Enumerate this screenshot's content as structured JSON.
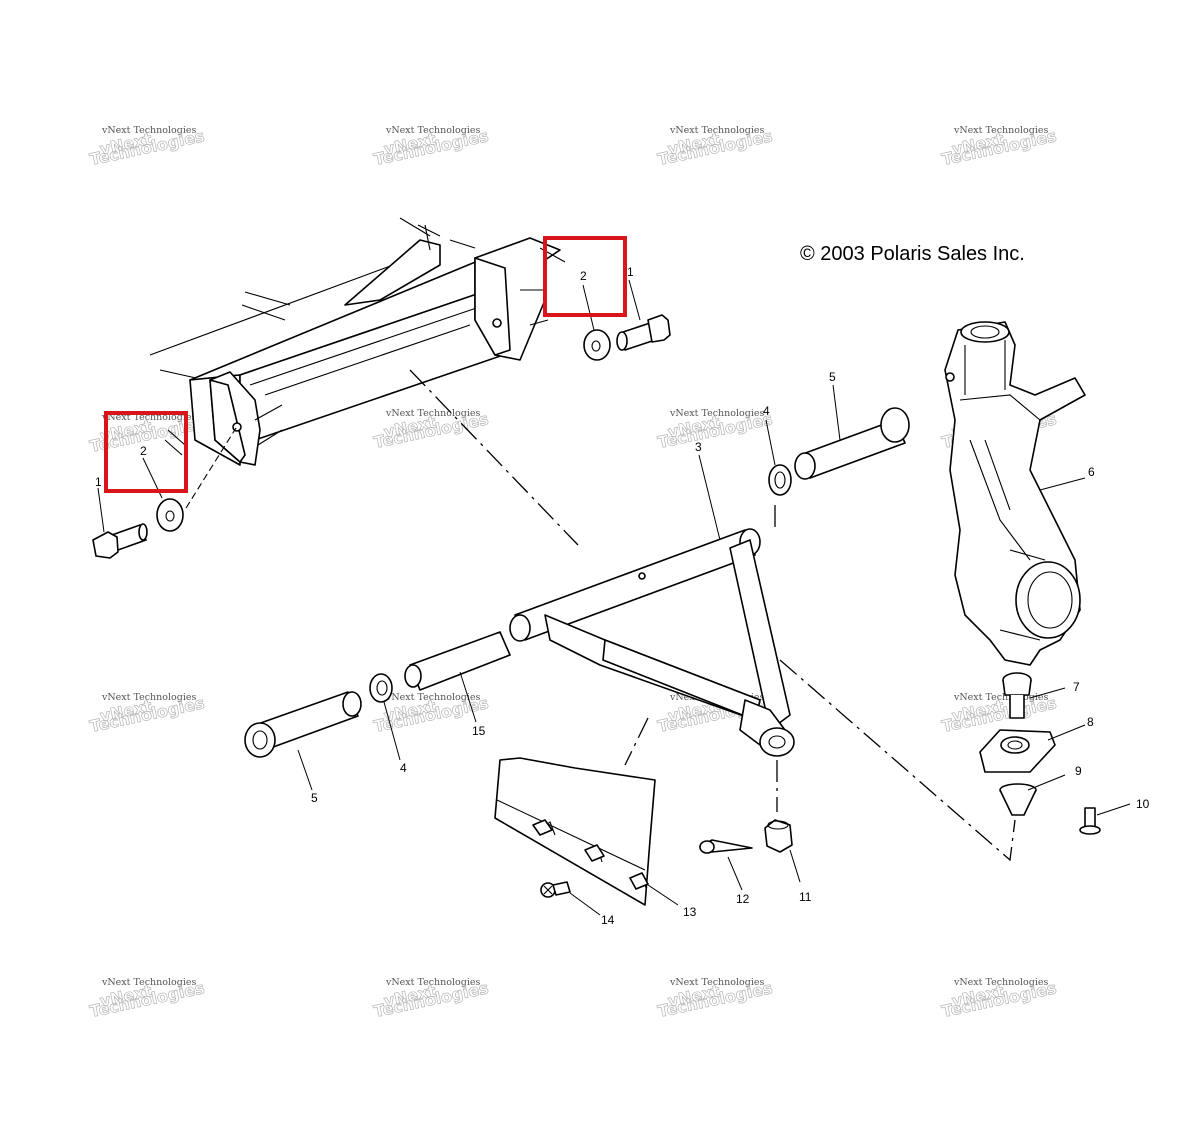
{
  "copyright": "© 2003 Polaris Sales Inc.",
  "watermark": {
    "line1": "vNext Technologies",
    "line2": "vNext",
    "line3": "Technologies"
  },
  "colors": {
    "highlight": "#d9141a",
    "ink": "#000000",
    "watermark": "#b5b5b5"
  },
  "callouts": {
    "c1a": "1",
    "c2a": "2",
    "c1b": "1",
    "c2b": "2",
    "c3": "3",
    "c4a": "4",
    "c5a": "5",
    "c6": "6",
    "c4b": "4",
    "c5b": "5",
    "c15": "15",
    "c7": "7",
    "c8": "8",
    "c9": "9",
    "c10": "10",
    "c11": "11",
    "c12": "12",
    "c13": "13",
    "c14": "14"
  }
}
